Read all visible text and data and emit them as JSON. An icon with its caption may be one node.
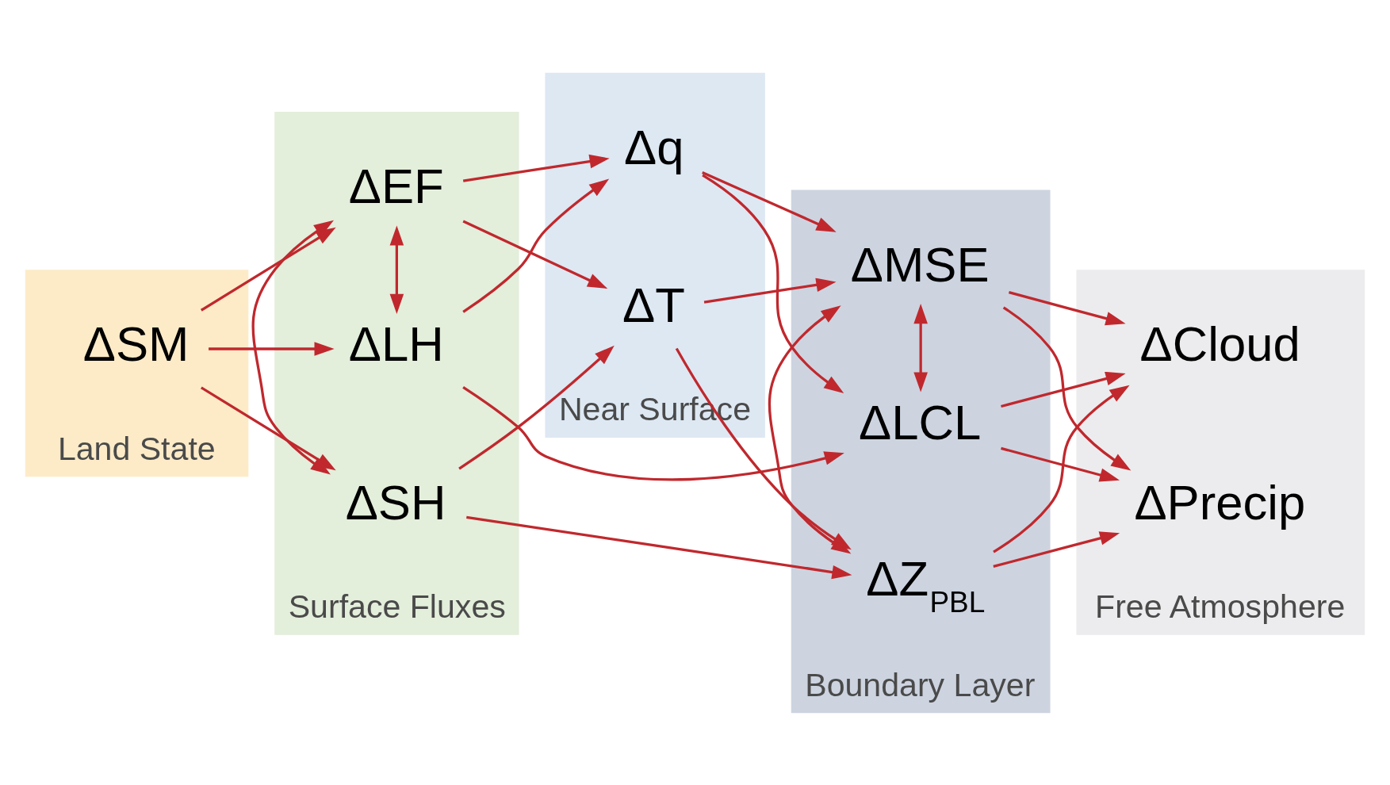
{
  "diagram": {
    "nodes": [
      {
        "text": [
          "Land State"
        ]
      },
      {
        "text": [
          "ΔSM"
        ],
        "in": 0
      },
      {
        "text": [
          "Surface Fluxes"
        ]
      },
      {
        "text": [
          "ΔLH"
        ],
        "in": 2
      },
      {
        "text": [
          "ΔEF"
        ],
        "in": 2
      },
      {
        "text": [
          "ΔSH"
        ],
        "in": 2
      },
      {
        "text": [
          "Near Surface"
        ]
      },
      {
        "text": [
          "Δq"
        ],
        "in": 6
      },
      {
        "text": [
          "ΔT"
        ],
        "in": 6
      },
      {
        "text": [
          "Boundary Layer"
        ]
      },
      {
        "text": [
          "ΔLCL"
        ],
        "in": 9
      },
      {
        "text": [
          "ΔMSE"
        ],
        "in": 9
      },
      {
        "text": [
          "ΔZ$_{PBL}$"
        ],
        "in": 9
      },
      {
        "text": [
          "Free Atmosphere"
        ]
      },
      {
        "text": [
          "ΔCloud"
        ],
        "in": 13
      },
      {
        "text": [
          "ΔPrecip"
        ],
        "in": 13
      }
    ],
    "edges": [
      {
        "from": 1,
        "to": 3,
        "arrow": "to"
      },
      {
        "from": 1,
        "to": 4,
        "arrow": "to"
      },
      {
        "from": 1,
        "to": 5,
        "arrow": "to"
      },
      {
        "from": 3,
        "to": 4,
        "arrow": "both"
      },
      {
        "from": 4,
        "to": 5,
        "arrow": "both"
      },
      {
        "from": 3,
        "to": 7,
        "arrow": "to"
      },
      {
        "from": 3,
        "to": 10,
        "arrow": "to"
      },
      {
        "from": 4,
        "to": 7,
        "arrow": "to"
      },
      {
        "from": 4,
        "to": 8,
        "arrow": "to"
      },
      {
        "from": 5,
        "to": 8,
        "arrow": "to"
      },
      {
        "from": 5,
        "to": 12,
        "arrow": "to"
      },
      {
        "from": 7,
        "to": 10,
        "arrow": "to"
      },
      {
        "from": 7,
        "to": 11,
        "arrow": "to"
      },
      {
        "from": 8,
        "to": 11,
        "arrow": "to"
      },
      {
        "from": 8,
        "to": 12,
        "arrow": "to"
      },
      {
        "from": 10,
        "to": 11,
        "arrow": "both"
      },
      {
        "from": 11,
        "to": 12,
        "arrow": "both"
      },
      {
        "from": 10,
        "to": 14,
        "arrow": "to"
      },
      {
        "from": 10,
        "to": 15,
        "arrow": "to"
      },
      {
        "from": 11,
        "to": 14,
        "arrow": "to"
      },
      {
        "from": 11,
        "to": 15,
        "arrow": "to"
      },
      {
        "from": 12,
        "to": 14,
        "arrow": "to"
      },
      {
        "from": 12,
        "to": 15,
        "arrow": "to"
      }
    ]
  }
}
